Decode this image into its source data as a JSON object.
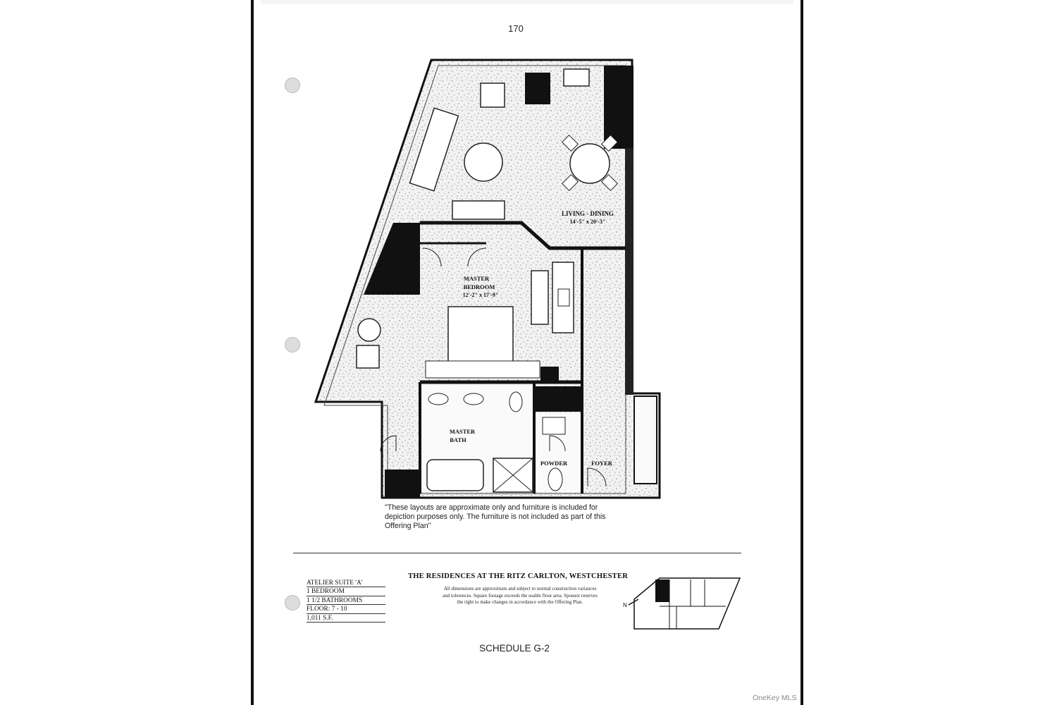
{
  "page": {
    "number": "170",
    "disclaimer": "\"These layouts are approximate only and furniture is included for depiction purposes only.  The furniture is not included as part of this Offering Plan\"",
    "schedule": "SCHEDULE G-2"
  },
  "rooms": {
    "living_title": "LIVING - DINING",
    "living_dims": "14'-5\" x 20'-3\"",
    "bedroom_title_1": "MASTER",
    "bedroom_title_2": "BEDROOM",
    "bedroom_dims": "12'-2\" x 17'-9\"",
    "bath_title_1": "MASTER",
    "bath_title_2": "BATH",
    "powder": "POWDER",
    "foyer": "FOYER"
  },
  "legend": {
    "title": "THE RESIDENCES AT THE RITZ CARLTON, WESTCHESTER",
    "notes": [
      "All dimensions are approximate and subject to normal construction variances",
      "and tolerences.  Square footage exceeds the usable floor area.  Sponsor reserves",
      "the right to make changes in accordance with the Offering Plan."
    ],
    "north_label": "N"
  },
  "suite_info": {
    "name": "ATELIER SUITE 'A'",
    "bedrooms": "1 BEDROOM",
    "bathrooms": "1 1/2 BATHROOMS",
    "floor": "FLOOR:  7 - 10",
    "area": "1,011 S.F."
  },
  "watermark": "OneKey MLS"
}
